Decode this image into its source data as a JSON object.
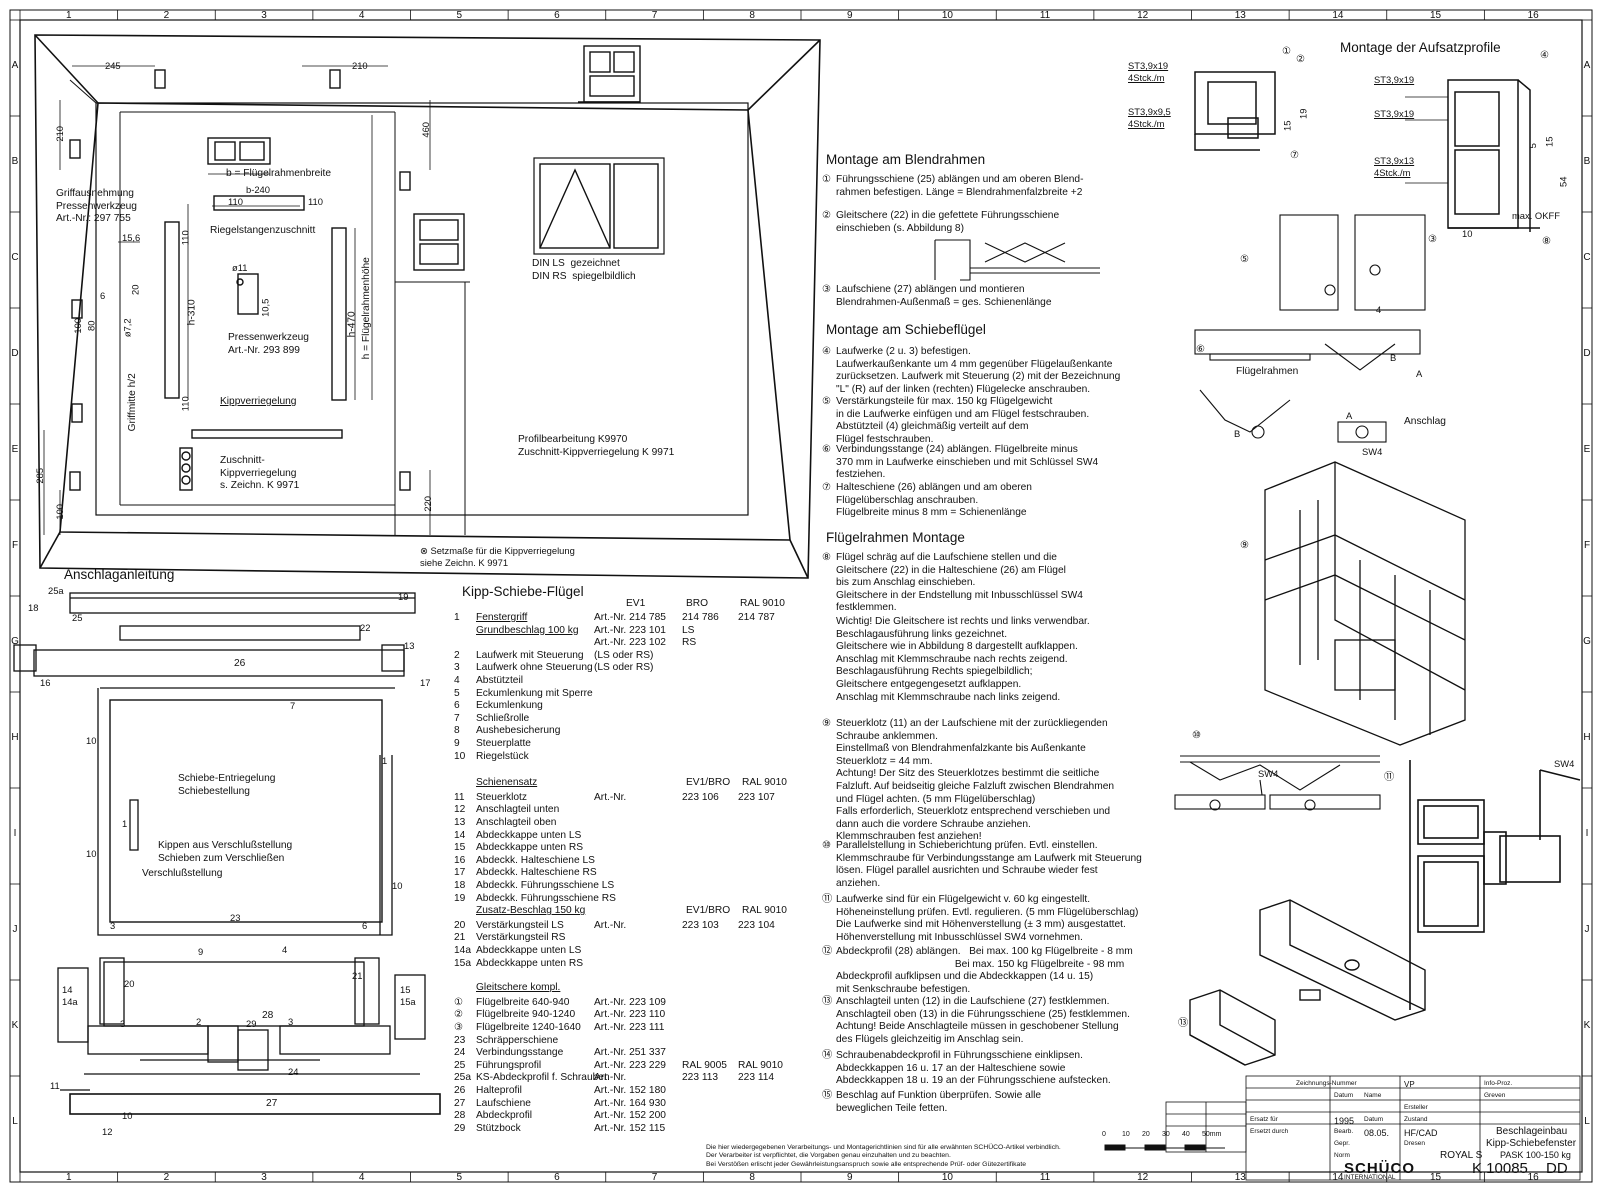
{
  "border": {
    "top_numbers": [
      "1",
      "2",
      "3",
      "4",
      "5",
      "6",
      "7",
      "8",
      "9",
      "10",
      "11",
      "12",
      "13",
      "14",
      "15",
      "16"
    ],
    "side_letters": [
      "A",
      "B",
      "C",
      "D",
      "E",
      "F",
      "G",
      "H",
      "I",
      "J",
      "K",
      "L"
    ]
  },
  "overview": {
    "dims": [
      "245",
      "210",
      "210",
      "460",
      "285",
      "100",
      "220",
      "15,6",
      "100",
      "80",
      "20",
      "6",
      "110",
      "110",
      "110",
      "110",
      "b-240",
      "b = Flügelrahmenbreite",
      "h-310",
      "h-470",
      "h = Flügelrahmenhöhe",
      "Griffmitte h/2",
      "ø11",
      "10,5",
      "ø7,2"
    ],
    "griff": "Griffausnehmung\nPressenwerkzeug\nArt.-Nr.: 297 755",
    "riegel": "Riegelstangenzuschnitt",
    "presse": "Pressenwerkzeug\nArt.-Nr. 293 899",
    "kipp_heading": "Kippverriegelung",
    "zuschnitt": "Zuschnitt-\nKippverriegelung\ns. Zeichn. K 9971",
    "din": "DIN LS  gezeichnet\nDIN RS  spiegelbildlich",
    "profil": "Profilbearbeitung K9970\nZuschnitt-Kippverriegelung K 9971",
    "setzmass": "⊗ Setzmaße für die Kippverriegelung\nsiehe Zeichn. K 9971"
  },
  "anschlag": {
    "title": "Anschlaganleitung",
    "labels": [
      "25a",
      "18",
      "19",
      "25",
      "22",
      "13",
      "26",
      "16",
      "17",
      "7",
      "10",
      "10",
      "10",
      "1",
      "1",
      "23",
      "3",
      "3",
      "6",
      "9",
      "4",
      "14\n14a",
      "15\n15a",
      "20",
      "21",
      "28",
      "2",
      "29",
      "3",
      "24",
      "11",
      "27",
      "12",
      "10"
    ],
    "text1": "Schiebe-Entriegelung\nSchiebestellung",
    "text2": "Kippen aus Verschlußstellung\nSchieben zum Verschließen",
    "text3": "Verschlußstellung"
  },
  "parts": {
    "title": "Kipp-Schiebe-Flügel",
    "head1": [
      "EV1",
      "BRO",
      "RAL 9010"
    ],
    "rows1": [
      {
        "n": "1",
        "t": "Fenstergriff",
        "a": "Art.-Nr.  214 785",
        "b": "214 786",
        "c": "214 787"
      },
      {
        "n": "",
        "t": "Grundbeschlag 100 kg",
        "a": "Art.-Nr. 223 101",
        "b": "LS",
        "c": ""
      },
      {
        "n": "",
        "t": "",
        "a": "Art.-Nr. 223 102",
        "b": "RS",
        "c": ""
      },
      {
        "n": "2",
        "t": "Laufwerk mit Steuerung",
        "a": "(LS oder RS)",
        "b": "",
        "c": ""
      },
      {
        "n": "3",
        "t": "Laufwerk ohne Steuerung",
        "a": "(LS oder RS)",
        "b": "",
        "c": ""
      },
      {
        "n": "4",
        "t": "Abstützteil",
        "a": "",
        "b": "",
        "c": ""
      },
      {
        "n": "5",
        "t": "Eckumlenkung mit Sperre",
        "a": "",
        "b": "",
        "c": ""
      },
      {
        "n": "6",
        "t": "Eckumlenkung",
        "a": "",
        "b": "",
        "c": ""
      },
      {
        "n": "7",
        "t": "Schließrolle",
        "a": "",
        "b": "",
        "c": ""
      },
      {
        "n": "8",
        "t": "Aushebesicherung",
        "a": "",
        "b": "",
        "c": ""
      },
      {
        "n": "9",
        "t": "Steuerplatte",
        "a": "",
        "b": "",
        "c": ""
      },
      {
        "n": "10",
        "t": "Riegelstück",
        "a": "",
        "b": "",
        "c": ""
      }
    ],
    "schienensatz": "Schienensatz",
    "head2": [
      "EV1/BRO",
      "RAL 9010"
    ],
    "rows2": [
      {
        "n": "11",
        "t": "Steuerklotz",
        "a": "Art.-Nr.",
        "b": "223 106",
        "c": "223 107"
      },
      {
        "n": "12",
        "t": "Anschlagteil unten",
        "a": "",
        "b": "",
        "c": ""
      },
      {
        "n": "13",
        "t": "Anschlagteil oben",
        "a": "",
        "b": "",
        "c": ""
      },
      {
        "n": "14",
        "t": "Abdeckkappe unten LS",
        "a": "",
        "b": "",
        "c": ""
      },
      {
        "n": "15",
        "t": "Abdeckkappe unten RS",
        "a": "",
        "b": "",
        "c": ""
      },
      {
        "n": "16",
        "t": "Abdeckk. Halteschiene LS",
        "a": "",
        "b": "",
        "c": ""
      },
      {
        "n": "17",
        "t": "Abdeckk. Halteschiene RS",
        "a": "",
        "b": "",
        "c": ""
      },
      {
        "n": "18",
        "t": "Abdeckk. Führungsschiene LS",
        "a": "",
        "b": "",
        "c": ""
      },
      {
        "n": "19",
        "t": "Abdeckk. Führungsschiene RS",
        "a": "",
        "b": "",
        "c": ""
      }
    ],
    "zusatz": "Zusatz-Beschlag 150 kg",
    "head3": [
      "EV1/BRO",
      "RAL 9010"
    ],
    "rows3": [
      {
        "n": "20",
        "t": "Verstärkungsteil LS",
        "a": "Art.-Nr.",
        "b": "223 103",
        "c": "223 104"
      },
      {
        "n": "21",
        "t": "Verstärkungsteil RS",
        "a": "",
        "b": "",
        "c": ""
      },
      {
        "n": "14a",
        "t": "Abdeckkappe unten LS",
        "a": "",
        "b": "",
        "c": ""
      },
      {
        "n": "15a",
        "t": "Abdeckkappe unten RS",
        "a": "",
        "b": "",
        "c": ""
      }
    ],
    "gleitschere": "Gleitschere kompl.",
    "rows4": [
      {
        "n": "①",
        "t": "Flügelbreite 640-940",
        "a": "Art.-Nr. 223 109",
        "b": "",
        "c": ""
      },
      {
        "n": "②",
        "t": "Flügelbreite 940-1240",
        "a": "Art.-Nr. 223 110",
        "b": "",
        "c": ""
      },
      {
        "n": "③",
        "t": "Flügelbreite 1240-1640",
        "a": "Art.-Nr. 223 111",
        "b": "",
        "c": ""
      },
      {
        "n": "23",
        "t": "Schräpperschiene",
        "a": "",
        "b": "",
        "c": ""
      },
      {
        "n": "24",
        "t": "Verbindungsstange",
        "a": "Art.-Nr. 251 337",
        "b": "",
        "c": ""
      },
      {
        "n": "25",
        "t": "Führungsprofil",
        "a": "Art.-Nr. 223 229",
        "b": "RAL 9005",
        "c": "RAL 9010"
      },
      {
        "n": "25a",
        "t": "KS-Abdeckprofil f. Schrauben",
        "a": "Art.-Nr.",
        "b": "223 113",
        "c": "223 114"
      },
      {
        "n": "26",
        "t": "Halteprofil",
        "a": "Art.-Nr. 152 180",
        "b": "",
        "c": ""
      },
      {
        "n": "27",
        "t": "Laufschiene",
        "a": "Art.-Nr. 164 930",
        "b": "",
        "c": ""
      },
      {
        "n": "28",
        "t": "Abdeckprofil",
        "a": "Art.-Nr. 152 200",
        "b": "",
        "c": ""
      },
      {
        "n": "29",
        "t": "Stützbock",
        "a": "Art.-Nr. 152 115",
        "b": "",
        "c": ""
      }
    ]
  },
  "montage_blend": {
    "title": "Montage am Blendrahmen",
    "s1": "Führungsschiene (25) ablängen und am oberen Blend-\nrahmen befestigen. Länge = Blendrahmenfalzbreite +2",
    "s2": "Gleitschere (22) in die gefettete Führungsschiene\neinschieben (s. Abbildung 8)",
    "s3": "Laufschiene (27) ablängen und montieren\nBlendrahmen-Außenmaß = ges. Schienenlänge"
  },
  "montage_schiebe": {
    "title": "Montage am Schiebeflügel",
    "s4": "Laufwerke (2 u. 3) befestigen.\nLaufwerkaußenkante um 4 mm gegenüber Flügelaußenkante\nzurücksetzen. Laufwerk mit Steuerung (2) mit der Bezeichnung\n\"L\" (R) auf der linken (rechten) Flügelecke anschrauben.",
    "s5": "Verstärkungsteile für max. 150 kg Flügelgewicht\nin die Laufwerke einfügen und am Flügel festschrauben.\nAbstützteil (4) gleichmäßig verteilt auf dem\nFlügel festschrauben.",
    "s6": "Verbindungsstange (24) ablängen. Flügelbreite minus\n370 mm in Laufwerke einschieben und mit Schlüssel SW4\nfestziehen.",
    "s7": "Halteschiene (26) ablängen und am oberen\nFlügelüberschlag anschrauben.\nFlügelbreite minus 8 mm = Schienenlänge"
  },
  "montage_fluegel": {
    "title": "Flügelrahmen Montage",
    "s8": "Flügel schräg auf die Laufschiene stellen und die\nGleitschere (22) in die Halteschiene (26) am Flügel\nbis zum Anschlag einschieben.\nGleitschere in der Endstellung mit Inbusschlüssel SW4\nfestklemmen.",
    "wichtig": "Wichtig! Die Gleitschere ist rechts und links verwendbar.\nBeschlagausführung links gezeichnet.\nGleitschere wie in Abbildung 8 dargestellt aufklappen.\nAnschlag mit Klemmschraube nach rechts zeigend.\nBeschlagausführung Rechts spiegelbildlich;\nGleitschere entgegengesetzt aufklappen.\nAnschlag mit Klemmschraube nach links zeigend.",
    "s9": "Steuerklotz (11) an der Laufschiene mit der zurückliegenden\nSchraube anklemmen.\nEinstellmaß von Blendrahmenfalzkante bis Außenkante\nSteuerklotz = 44 mm.\nAchtung! Der Sitz des Steuerklotzes bestimmt die seitliche\nFalzluft. Auf beidseitig gleiche Falzluft zwischen Blendrahmen\nund Flügel achten. (5 mm Flügelüberschlag)\nFalls erforderlich, Steuerklotz entsprechend verschieben und\ndann auch die vordere Schraube anziehen.\nKlemmschrauben fest anziehen!",
    "s10": "Parallelstellung in Schieberichtung prüfen. Evtl. einstellen.\nKlemmschraube für Verbindungsstange am Laufwerk mit Steuerung\nlösen. Flügel parallel ausrichten und Schraube wieder fest\nanziehen.",
    "s11": "Laufwerke sind für ein Flügelgewicht v. 60 kg eingestellt.\nHöheneinstellung prüfen. Evtl. regulieren. (5 mm Flügelüberschlag)\nDie Laufwerke sind mit Höhenverstellung (± 3 mm) ausgestattet.\nHöhenverstellung mit Inbusschlüssel SW4 vornehmen.",
    "s12": "Abdeckprofil (28) ablängen.   Bei max. 100 kg Flügelbreite - 8 mm\n                                          Bei max. 150 kg Flügelbreite - 98 mm\nAbdeckprofil aufklipsen und die Abdeckkappen (14 u. 15)\nmit Senkschraube befestigen.",
    "s13": "Anschlagteil unten (12) in die Laufschiene (27) festklemmen.\nAnschlagteil oben (13) in die Führungsschiene (25) festklemmen.\nAchtung! Beide Anschlagteile müssen in geschobener Stellung\ndes Flügels gleichzeitig im Anschlag sein.",
    "s14": "Schraubenabdeckprofil in Führungsschiene einklipsen.\nAbdeckkappen 16 u. 17 an der Halteschiene sowie\nAbdeckkappen 18 u. 19 an der Führungsschiene aufstecken.",
    "s15": "Beschlag auf Funktion überprüfen. Sowie alle\nbeweglichen Teile fetten."
  },
  "aufsatz": {
    "title": "Montage der Aufsatzprofile",
    "labels_a": [
      "ST3,9x19\n4Stck./m",
      "ST3,9x9,5\n4Stck./m"
    ],
    "labels_b": [
      "ST3,9x19",
      "ST3,9x19",
      "ST3,9x13\n4Stck./m"
    ],
    "dims": [
      "15",
      "19",
      "5",
      "15",
      "54",
      "10",
      "4",
      "max. OKFF"
    ],
    "circled": [
      "①",
      "②",
      "⑦",
      "④",
      "③",
      "⑧",
      "⑤",
      "⑥",
      "⑨",
      "⑩",
      "⑪",
      "⑬"
    ],
    "fluegelrahmen": "Flügelrahmen",
    "anschlag": "Anschlag",
    "sw4": "SW4",
    "letters": [
      "A",
      "B",
      "A",
      "B"
    ]
  },
  "footer": {
    "disclaimer": "Die hier wiedergegebenen Verarbeitungs- und Montagerichtlinien sind für alle erwähnten SCHÜCO-Artikel verbindlich.\nDer Verarbeiter ist verpflichtet, die Vorgaben genau einzuhalten und zu beachten.\nBei Verstößen erlischt jeder Gewährleistungsanspruch sowie alle entsprechende Prüf- oder Gütezertifikate",
    "scale": [
      "0",
      "10",
      "20",
      "30",
      "40",
      "50mm"
    ]
  },
  "titleblock": {
    "brand": "SCHÜCO",
    "brand_sub": "INTERNATIONAL",
    "title1": "Beschlageinbau",
    "title2": "Kipp-Schiebefenster",
    "series": "ROYAL S",
    "series2": "PASK 100-150 kg",
    "drawing_no": "K 10085",
    "rev": "DD",
    "date": "08.05.",
    "year": "1995",
    "drawn": "HF/CAD",
    "small": [
      "Zeichnungs-Nummer",
      "Ersatz für",
      "Ersetzt durch",
      "Datum",
      "Name",
      "Datum",
      "Bearb.",
      "Gepr.",
      "Norm",
      "VP",
      "Info-Proz.",
      "Greven",
      "Dresen",
      "Ersteller",
      "Zustand"
    ]
  }
}
